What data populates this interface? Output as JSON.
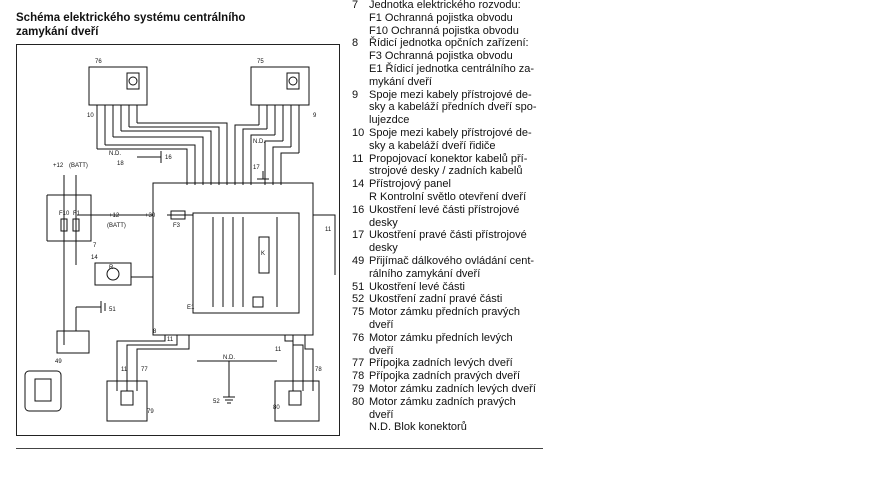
{
  "title": {
    "line1": "Schéma elektrického systému centrálního",
    "line2": "zamykání dveří"
  },
  "legend": [
    {
      "num": "7",
      "text": "Jednotka elektrického rozvodu:"
    },
    {
      "num": "",
      "text": "F1 Ochranná pojistka obvodu"
    },
    {
      "num": "",
      "text": "F10 Ochranná pojistka obvodu"
    },
    {
      "num": "8",
      "text": "Řídicí jednotka opčních zařízení:"
    },
    {
      "num": "",
      "text": "F3 Ochranná pojistka obvodu"
    },
    {
      "num": "",
      "text": "E1 Řídicí jednotka centrálního za-"
    },
    {
      "num": "",
      "text": "mykání dveří"
    },
    {
      "num": "9",
      "text": "Spoje mezi kabely přístrojové de-"
    },
    {
      "num": "",
      "text": "sky a kabeláží předních dveří spo-"
    },
    {
      "num": "",
      "text": "lujezdce"
    },
    {
      "num": "10",
      "text": "Spoje mezi kabely přístrojové de-"
    },
    {
      "num": "",
      "text": "sky a kabeláží dveří řidiče"
    },
    {
      "num": "11",
      "text": "Propojovací konektor kabelů pří-"
    },
    {
      "num": "",
      "text": "strojové desky / zadních kabelů"
    },
    {
      "num": "14",
      "text": "Přístrojový panel"
    },
    {
      "num": "",
      "text": "R Kontrolní světlo otevření dveří"
    },
    {
      "num": "16",
      "text": "Ukostření levé části přístrojové"
    },
    {
      "num": "",
      "text": "desky"
    },
    {
      "num": "17",
      "text": "Ukostření pravé části přístrojové"
    },
    {
      "num": "",
      "text": "desky"
    },
    {
      "num": "49",
      "text": "Přijímač dálkového ovládání cent-"
    },
    {
      "num": "",
      "text": "rálního zamykání dveří"
    },
    {
      "num": "51",
      "text": "Ukostření levé části"
    },
    {
      "num": "52",
      "text": "Ukostření zadní pravé části"
    },
    {
      "num": "75",
      "text": "Motor zámku předních pravých"
    },
    {
      "num": "",
      "text": "dveří"
    },
    {
      "num": "76",
      "text": "Motor zámku předních levých"
    },
    {
      "num": "",
      "text": "dveří"
    },
    {
      "num": "77",
      "text": "Přípojka zadních levých dveří"
    },
    {
      "num": "78",
      "text": "Přípojka zadních pravých dveří"
    },
    {
      "num": "79",
      "text": "Motor zámku zadních levých dveří"
    },
    {
      "num": "80",
      "text": "Motor zámku zadních pravých"
    },
    {
      "num": "",
      "text": "dveří"
    },
    {
      "num": "",
      "text": "N.D. Blok konektorů"
    }
  ],
  "diagram_labels": {
    "c76": "76",
    "c75": "75",
    "c10": "10",
    "c9": "9",
    "c18": "18",
    "c16": "16",
    "c17": "17",
    "nd1": "N.D.",
    "nd2": "N.D.",
    "nd3": "N.D.",
    "p12a": "+12",
    "batt1": "(BATT)",
    "p12b": "+12",
    "batt2": "(BATT)",
    "p30": "+30",
    "f10": "F10",
    "f1": "F1",
    "f3": "F3",
    "c7": "7",
    "c14": "14",
    "r": "R",
    "c51": "51",
    "c49": "49",
    "c8": "8",
    "e1": "E1",
    "c11a": "11",
    "c11b": "11",
    "c11c": "11",
    "c11d": "11",
    "c77": "77",
    "c78": "78",
    "c79": "79",
    "c80": "80",
    "c52": "52",
    "k": "K"
  }
}
